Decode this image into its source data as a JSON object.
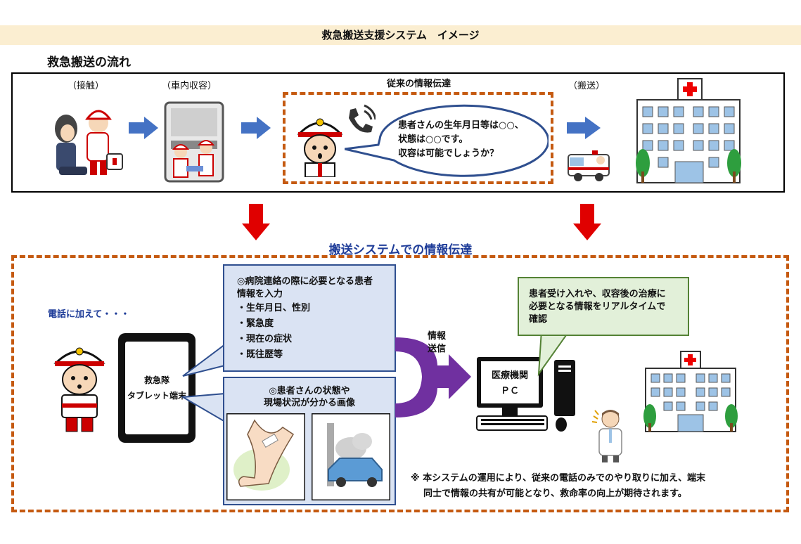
{
  "banner": {
    "title": "救急搬送支援システム　イメージ"
  },
  "flow": {
    "title": "救急搬送の流れ",
    "steps": {
      "contact": "（接触）",
      "onboard": "（車内収容）",
      "conventional": "従来の情報伝達",
      "transport": "（搬送）"
    },
    "speech": {
      "line1": "患者さんの生年月日等は○○、",
      "line2": "状態は○○です。",
      "line3": "収容は可能でしょうか？"
    }
  },
  "system": {
    "title": "搬送システムでの情報伝達",
    "phone_note": "電話に加えて・・・",
    "tablet": {
      "line1": "救急隊",
      "line2": "タブレット端末"
    },
    "info_box": {
      "heading1": "◎病院連絡の際に必要となる患者",
      "heading2": "情報を入力",
      "items": [
        "・生年月日、性別",
        "・緊急度",
        "・現在の症状",
        "・既往歴等"
      ]
    },
    "image_box": {
      "line1": "◎患者さんの状態や",
      "line2": "現場状況が分かる画像"
    },
    "send": {
      "line1": "情報",
      "line2": "送信"
    },
    "pc": {
      "line1": "医療機関",
      "line2": "ＰＣ"
    },
    "hospital_box": {
      "line1": "患者受け入れや、収容後の治療に",
      "line2": "必要となる情報をリアルタイムで",
      "line3": "確認"
    },
    "footnote": {
      "line1": "※ 本システムの運用により、従来の電話のみでのやり取りに加え、端末",
      "line2": "同士で情報の共有が可能となり、救命率の向上が期待されます。"
    }
  },
  "colors": {
    "arrow_blue": "#4472c4",
    "arrow_red": "#e00000",
    "dash_orange": "#c55a11",
    "purple": "#7030a0"
  }
}
